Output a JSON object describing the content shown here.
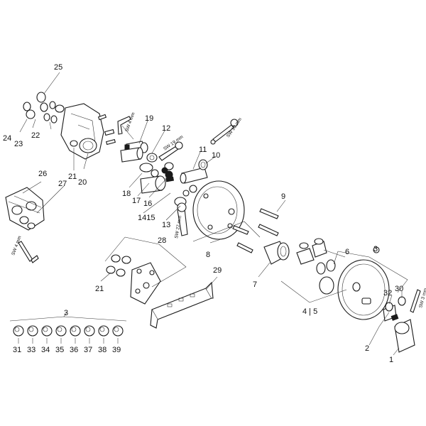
{
  "callouts": {
    "c1": "1",
    "c2": "2",
    "c3a": "3",
    "c3b": "3",
    "c4_5": "4 | 5",
    "c6": "6",
    "c7": "7",
    "c8": "8",
    "c9": "9",
    "c10": "10",
    "c11": "11",
    "c12": "12",
    "c13": "13",
    "c14_15": "1415",
    "c16": "16",
    "c17": "17",
    "c18": "18",
    "c19": "19",
    "c20": "20",
    "c21a": "21",
    "c21b": "21",
    "c22": "22",
    "c23": "23",
    "c24": "24",
    "c25": "25",
    "c26": "26",
    "c27": "27",
    "c28": "28",
    "c29": "29",
    "c30": "30",
    "c31": "31",
    "c32": "32",
    "c33": "33",
    "c34": "34",
    "c35": "35",
    "c36": "36",
    "c37": "37",
    "c38": "38",
    "c39": "39"
  },
  "tools": {
    "sw4_top": "SW 4 mm",
    "sw19": "SW 19 mm",
    "sw10": "SW 10 mm",
    "sw27": "SW 27 mm",
    "sw4_left": "SW 4 mm",
    "sw3": "SW 3 mm"
  }
}
